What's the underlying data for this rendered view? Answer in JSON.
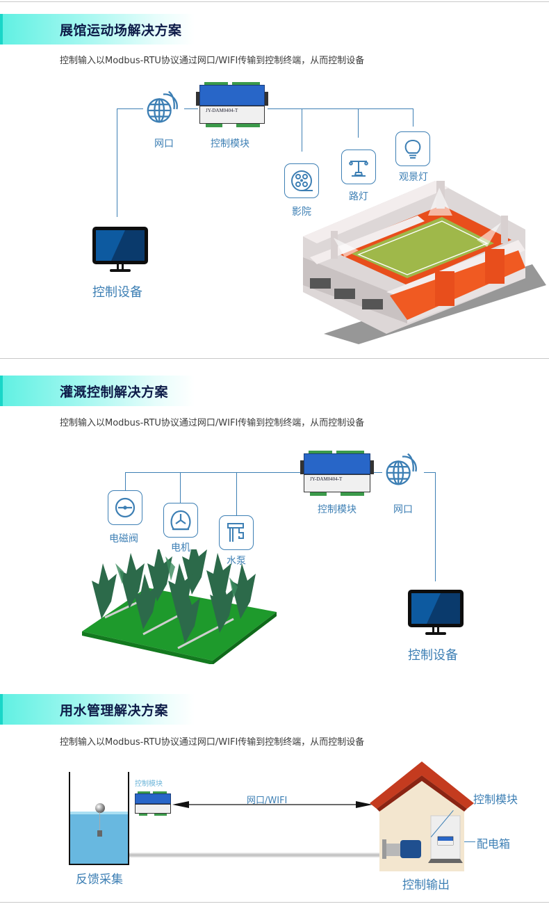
{
  "colors": {
    "accent_line": "#3d7fb4",
    "title_text": "#0d1b48",
    "header_gradient_start": "#5ff0e2",
    "header_gradient_end": "#ffffff"
  },
  "sections": [
    {
      "title": "展馆运动场解决方案",
      "description": "控制输入以Modbus-RTU协议通过网口/WIFI传输到控制终端，从而控制设备",
      "nodes": {
        "network": "网口",
        "module": "控制模块",
        "module_model": "JY-DAM0404-T",
        "cinema": "影院",
        "street_light": "路灯",
        "landscape_light": "观景灯",
        "control_device": "控制设备"
      },
      "icons": [
        "globe-icon",
        "film-reel-icon",
        "street-lamp-icon",
        "light-bulb-icon",
        "monitor-icon"
      ],
      "illustration": "stadium"
    },
    {
      "title": "灌溉控制解决方案",
      "description": "控制输入以Modbus-RTU协议通过网口/WIFI传输到控制终端，从而控制设备",
      "nodes": {
        "solenoid_valve": "电磁阀",
        "motor": "电机",
        "water_pump": "水泵",
        "module": "控制模块",
        "module_model": "JY-DAM0404-T",
        "network": "网口",
        "control_device": "控制设备"
      },
      "icons": [
        "valve-icon",
        "motor-icon",
        "pump-icon",
        "globe-icon",
        "monitor-icon"
      ],
      "illustration": "irrigation-field"
    },
    {
      "title": "用水管理解决方案",
      "description": "控制输入以Modbus-RTU协议通过网口/WIFI传输到控制终端，从而控制设备",
      "nodes": {
        "module_small": "控制模块",
        "link": "网口/WIFI",
        "feedback": "反馈采集",
        "module_house": "控制模块",
        "distribution_box": "配电箱",
        "control_output": "控制输出"
      },
      "illustration": "water-tank-and-pump-house"
    }
  ]
}
